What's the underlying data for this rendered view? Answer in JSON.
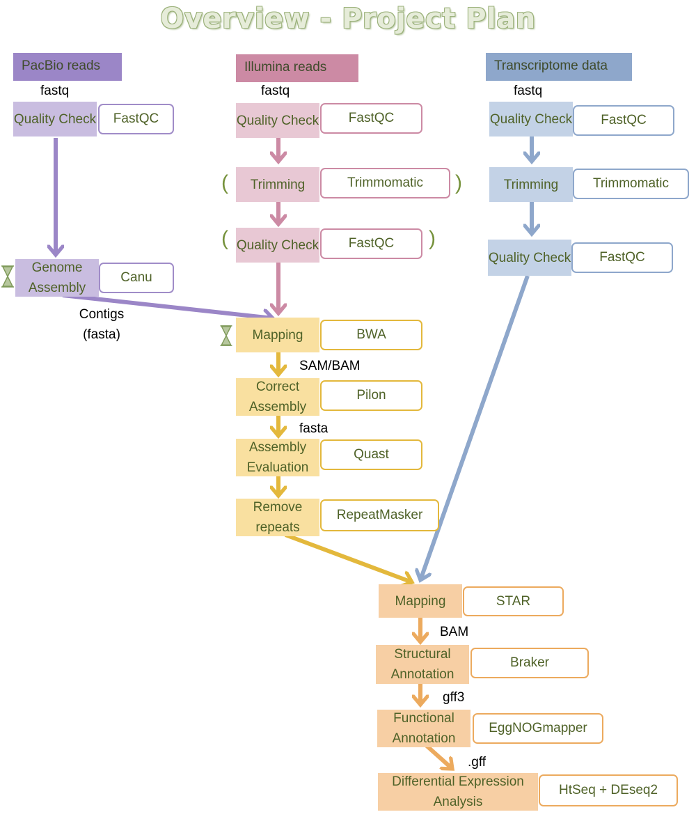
{
  "title": "Overview - Project Plan",
  "colors": {
    "purple": "#9b86c7",
    "pink": "#cc8aa4",
    "blue": "#8ea7cb",
    "yellow": "#e3b83c",
    "orange": "#ecaa5e",
    "tool_text": "#4f6228"
  },
  "headers": {
    "pacbio": "PacBio  reads",
    "illumina": "Illumina  reads",
    "transcriptome": "Transcriptome data"
  },
  "pacbio": {
    "format": "fastq",
    "quality_check": {
      "step": "Quality Check",
      "tool": "FastQC"
    },
    "genome_assembly": {
      "step": "Genome Assembly",
      "tool": "Canu"
    },
    "contigs_label": "Contigs\n(fasta)"
  },
  "illumina": {
    "format": "fastq",
    "quality_check": {
      "step": "Quality Check",
      "tool": "FastQC"
    },
    "trimming": {
      "step": "Trimming",
      "tool": "Trimmomatic"
    },
    "quality_check_2": {
      "step": "Quality Check",
      "tool": "FastQC"
    },
    "mapping": {
      "step": "Mapping",
      "tool": "BWA"
    },
    "sam_label": "SAM/BAM",
    "correct_assembly": {
      "step": "Correct Assembly",
      "tool": "Pilon"
    },
    "fasta_label": "fasta",
    "assembly_evaluation": {
      "step": "Assembly Evaluation",
      "tool": "Quast"
    },
    "remove_repeats": {
      "step": "Remove repeats",
      "tool": "RepeatMasker"
    }
  },
  "transcriptome": {
    "format": "fastq",
    "quality_check": {
      "step": "Quality Check",
      "tool": "FastQC"
    },
    "trimming": {
      "step": "Trimming",
      "tool": "Trimmomatic"
    },
    "quality_check_2": {
      "step": "Quality Check",
      "tool": "FastQC"
    }
  },
  "annotation": {
    "mapping": {
      "step": "Mapping",
      "tool": "STAR"
    },
    "bam_label": "BAM",
    "structural": {
      "step": "Structural Annotation",
      "tool": "Braker"
    },
    "gff3_label": "gff3",
    "functional": {
      "step": "Functional Annotation",
      "tool": "EggNOGmapper"
    },
    "gff_label": ".gff",
    "differential": {
      "step": "Differential Expression Analysis",
      "tool": "HtSeq + DEseq2"
    }
  },
  "optional_marks": {
    "open": "(",
    "close": ")"
  },
  "icons": [
    "hourglass-icon"
  ]
}
